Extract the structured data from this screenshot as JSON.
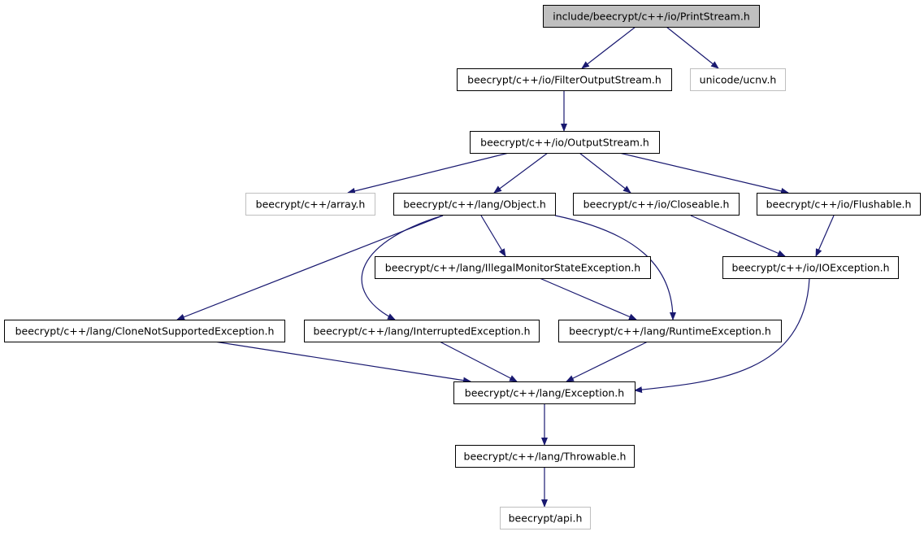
{
  "colors": {
    "edge": "#191970",
    "root_fill": "#bfbfbf",
    "node_border": "#000000",
    "missing_border": "#bfbfbf",
    "background": "#ffffff"
  },
  "nodes": [
    {
      "id": "printstream",
      "label": "include/beecrypt/c++/io/PrintStream.h",
      "kind": "root"
    },
    {
      "id": "filteroutputstream",
      "label": "beecrypt/c++/io/FilterOutputStream.h",
      "kind": "normal"
    },
    {
      "id": "ucnv",
      "label": "unicode/ucnv.h",
      "kind": "missing"
    },
    {
      "id": "outputstream",
      "label": "beecrypt/c++/io/OutputStream.h",
      "kind": "normal"
    },
    {
      "id": "array",
      "label": "beecrypt/c++/array.h",
      "kind": "missing"
    },
    {
      "id": "object",
      "label": "beecrypt/c++/lang/Object.h",
      "kind": "normal"
    },
    {
      "id": "closeable",
      "label": "beecrypt/c++/io/Closeable.h",
      "kind": "normal"
    },
    {
      "id": "flushable",
      "label": "beecrypt/c++/io/Flushable.h",
      "kind": "normal"
    },
    {
      "id": "illegalmonitor",
      "label": "beecrypt/c++/lang/IllegalMonitorStateException.h",
      "kind": "normal"
    },
    {
      "id": "ioexception",
      "label": "beecrypt/c++/io/IOException.h",
      "kind": "normal"
    },
    {
      "id": "clonenotsupported",
      "label": "beecrypt/c++/lang/CloneNotSupportedException.h",
      "kind": "normal"
    },
    {
      "id": "interrupted",
      "label": "beecrypt/c++/lang/InterruptedException.h",
      "kind": "normal"
    },
    {
      "id": "runtime",
      "label": "beecrypt/c++/lang/RuntimeException.h",
      "kind": "normal"
    },
    {
      "id": "exception",
      "label": "beecrypt/c++/lang/Exception.h",
      "kind": "normal"
    },
    {
      "id": "throwable",
      "label": "beecrypt/c++/lang/Throwable.h",
      "kind": "normal"
    },
    {
      "id": "api",
      "label": "beecrypt/api.h",
      "kind": "missing"
    }
  ],
  "edges": [
    {
      "from": "printstream",
      "to": "filteroutputstream"
    },
    {
      "from": "printstream",
      "to": "ucnv"
    },
    {
      "from": "filteroutputstream",
      "to": "outputstream"
    },
    {
      "from": "outputstream",
      "to": "array"
    },
    {
      "from": "outputstream",
      "to": "object"
    },
    {
      "from": "outputstream",
      "to": "closeable"
    },
    {
      "from": "outputstream",
      "to": "flushable"
    },
    {
      "from": "object",
      "to": "clonenotsupported"
    },
    {
      "from": "object",
      "to": "interrupted"
    },
    {
      "from": "object",
      "to": "illegalmonitor"
    },
    {
      "from": "object",
      "to": "runtime"
    },
    {
      "from": "closeable",
      "to": "ioexception"
    },
    {
      "from": "flushable",
      "to": "ioexception"
    },
    {
      "from": "illegalmonitor",
      "to": "runtime"
    },
    {
      "from": "ioexception",
      "to": "exception"
    },
    {
      "from": "clonenotsupported",
      "to": "exception"
    },
    {
      "from": "interrupted",
      "to": "exception"
    },
    {
      "from": "runtime",
      "to": "exception"
    },
    {
      "from": "exception",
      "to": "throwable"
    },
    {
      "from": "throwable",
      "to": "api"
    }
  ]
}
